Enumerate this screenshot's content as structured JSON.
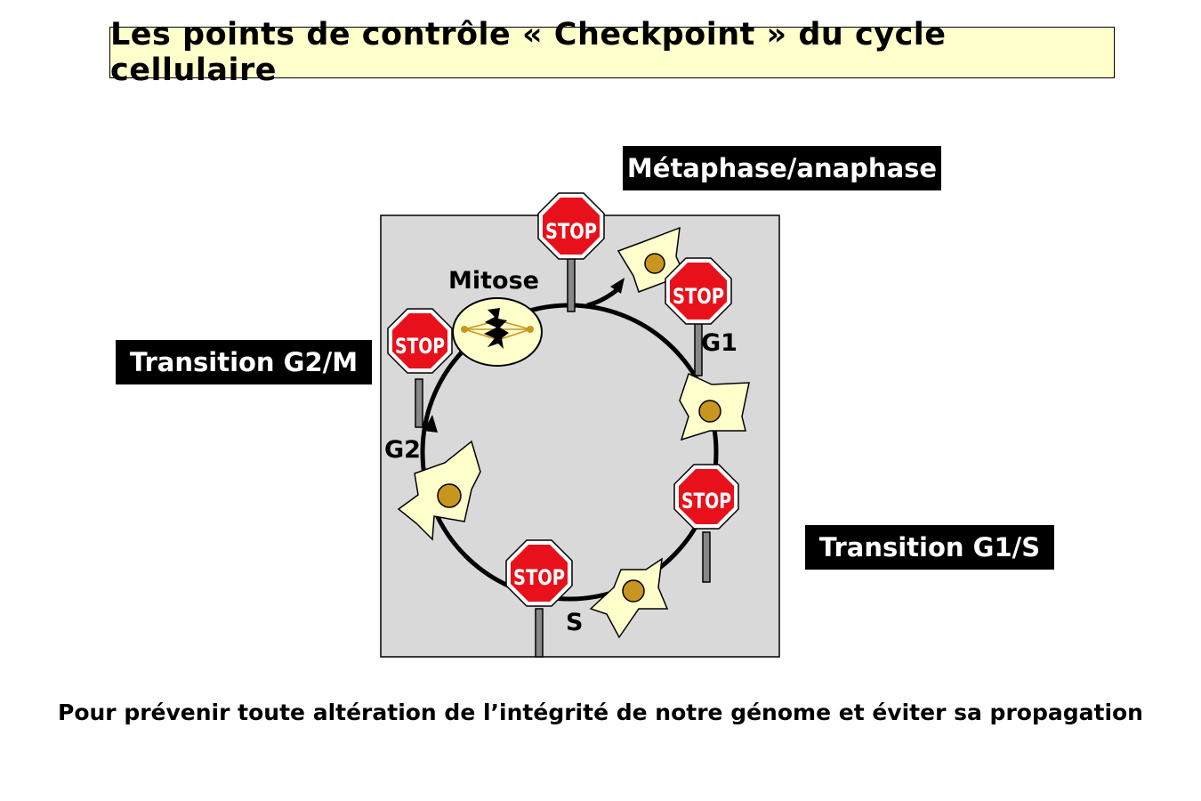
{
  "title": "Les points de contrôle « Checkpoint » du cycle cellulaire",
  "labels": {
    "metaphase": "Métaphase/anaphase",
    "g2m": "Transition G2/M",
    "g1s": "Transition G1/S"
  },
  "phases": {
    "mitose": "Mitose",
    "g1": "G1",
    "g2": "G2",
    "s": "S"
  },
  "stop_sign_text": "STOP",
  "footer": "Pour prévenir toute altération de l’intégrité de notre génome et éviter sa propagation",
  "colors": {
    "stop_red": "#e8111b",
    "panel_gray": "#d9d9d9",
    "cell_fill": "#ffffcc",
    "nucleus": "#c8961e",
    "label_bg": "#000000",
    "title_bg": "#ffffcc"
  }
}
